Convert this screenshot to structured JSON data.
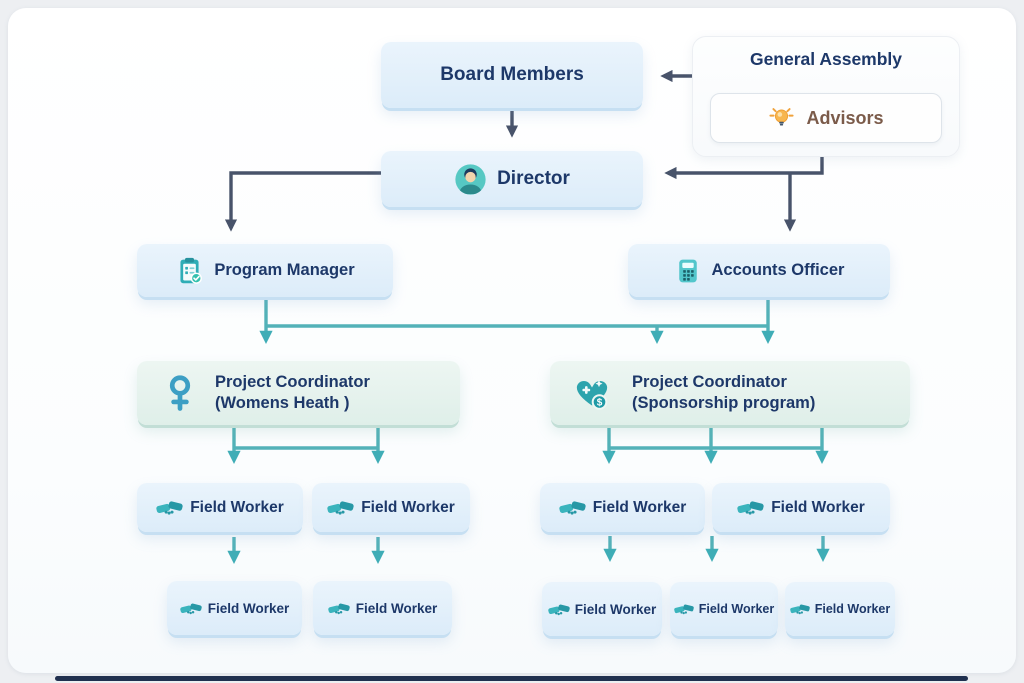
{
  "page": {
    "type": "organizational-chart"
  },
  "palette": {
    "node_blue": "#dcecf9",
    "node_teal": "#dfefe9",
    "text_navy": "#1d3869",
    "text_brown": "#7b5b4a",
    "arrow_dark": "#48536a",
    "arrow_teal": "#44aeb6",
    "bottom_bar": "#20304f"
  },
  "nodes": {
    "board": {
      "label": "Board Members"
    },
    "general_assembly": {
      "label": "General Assembly"
    },
    "advisors": {
      "label": "Advisors",
      "icon": "lightbulb-icon"
    },
    "director": {
      "label": "Director",
      "icon": "person-avatar-icon"
    },
    "program_manager": {
      "label": "Program Manager",
      "icon": "clipboard-check-icon"
    },
    "accounts_officer": {
      "label": "Accounts Officer",
      "icon": "calculator-icon"
    },
    "coordinator_womens_health": {
      "label_line1": "Project Coordinator",
      "label_line2": "(Womens Heath )",
      "icon": "female-symbol-icon"
    },
    "coordinator_sponsorship": {
      "label_line1": "Project Coordinator",
      "label_line2": "(Sponsorship program)",
      "icon": "heart-dollar-icon"
    },
    "field_worker": {
      "label": "Field Worker",
      "icon": "handshake-icon"
    }
  },
  "hierarchy": {
    "general_assembly_points_to": "board",
    "advisors_point_to": [
      "director",
      "accounts_officer"
    ],
    "board_points_to": "director",
    "director_points_to": [
      "program_manager"
    ],
    "program_manager_and_accounts_officer_point_to": [
      "coordinator_womens_health",
      "coordinator_sponsorship"
    ],
    "coordinator_womens_health_field_workers": {
      "level1": 2,
      "level2": 2
    },
    "coordinator_sponsorship_field_workers": {
      "level1": 2,
      "level2": 3
    }
  }
}
